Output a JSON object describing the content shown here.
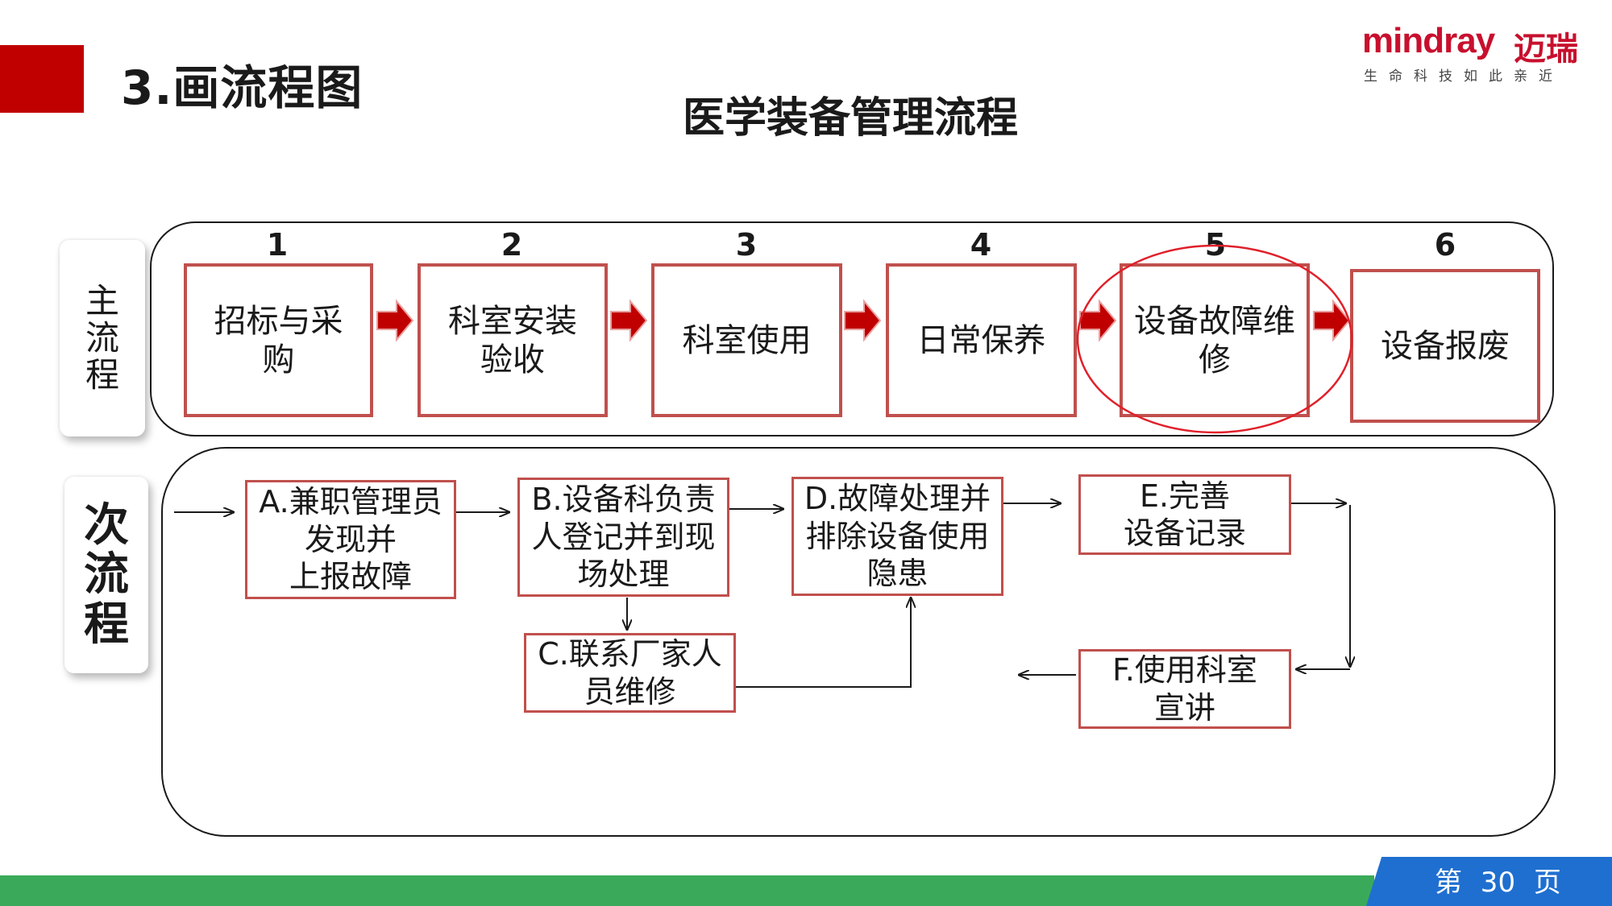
{
  "slide_title": "3.画流程图",
  "logo": {
    "wordmark": "mindray",
    "cn_name": "迈瑞",
    "tagline": "生命科技如此亲近"
  },
  "diagram_title": "医学装备管理流程",
  "main_lane": {
    "label": "主流程",
    "steps": [
      {
        "num": "1",
        "label": "招标与采购"
      },
      {
        "num": "2",
        "label": "科室安装\n验收"
      },
      {
        "num": "3",
        "label": "科室使用"
      },
      {
        "num": "4",
        "label": "日常保养"
      },
      {
        "num": "5",
        "label": "设备故障维\n修"
      },
      {
        "num": "6",
        "label": "设备报废"
      }
    ]
  },
  "sub_lane": {
    "label": "次流程",
    "boxes": {
      "a": "A.兼职管理员\n发现并\n上报故障",
      "b": "B.设备科负责\n人登记并到现\n场处理",
      "c": "C.联系厂家人\n员维修",
      "d": "D.故障处理并\n排除设备使用\n隐患",
      "e": "E.完善\n设备记录",
      "f": "F.使用科室\n宣讲"
    }
  },
  "page_number": "第 30 页",
  "colors": {
    "brand_red": "#c8102e",
    "box_border": "#c0504d",
    "arrow_red": "#c00000",
    "footer_green": "#3aaa5a",
    "footer_blue": "#1f6fd0"
  }
}
